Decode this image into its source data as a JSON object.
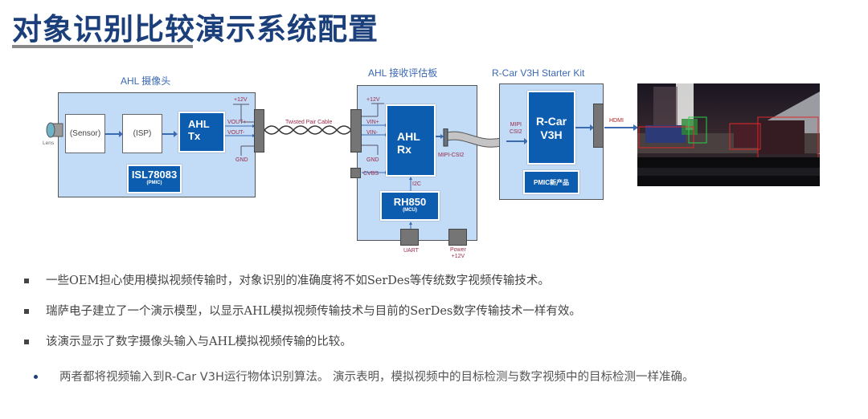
{
  "title": "对象识别比较演示系统配置",
  "diagram": {
    "camera": {
      "title": "AHL 摄像头",
      "lens_label": "Lens",
      "sensor_label": "(Sensor)",
      "isp_label": "(ISP)",
      "tx_line1": "AHL",
      "tx_line2": "Tx",
      "pmic_main": "ISL78083",
      "pmic_sub": "(PMIC)",
      "sig_12v": "+12V",
      "sig_voutp": "VOUT+",
      "sig_voutn": "VOUT-",
      "sig_gnd": "GND"
    },
    "cable_label": "Twisted Pair Cable",
    "receiver": {
      "title": "AHL 接收评估板",
      "rx_line1": "AHL",
      "rx_line2": "Rx",
      "sig_12v": "+12V",
      "sig_vinp": "VIN+",
      "sig_vinn": "VIN-",
      "sig_gnd": "GND",
      "sig_cvbs": "CVBS",
      "sig_i2c": "I2C",
      "sig_mipi": "MIPI-CSI2",
      "mcu_main": "RH850",
      "mcu_sub": "(MCU)",
      "uart_label": "UART",
      "power_label1": "Power",
      "power_label2": "+12V"
    },
    "rcar": {
      "title": "R-Car V3H Starter Kit",
      "mipi_line1": "MIPI",
      "mipi_line2": "CSI2",
      "soc_line1": "R-Car",
      "soc_line2": "V3H",
      "pmic": "PMIC新产品",
      "hdmi": "HDMI"
    }
  },
  "bullets": [
    "一些OEM担心使用模拟视频传输时，对象识别的准确度将不如SerDes等传统数字视频传输技术。",
    "瑞萨电子建立了一个演示模型，以显示AHL模拟视频传输技术与目前的SerDes数字传输技术一样有效。",
    "该演示显示了数字摄像头输入与AHL模拟视频传输的比较。"
  ],
  "sub_bullet": "两者都将视频输入到R-Car V3H运行物体识别算法。 演示表明，模拟视频中的目标检测与数字视频中的目标检测一样准确。",
  "colors": {
    "title": "#1b3f7a",
    "board": "#c2dbf6",
    "chip": "#0c5db0",
    "signal": "#9b2a47",
    "heading": "#3a68b4"
  }
}
